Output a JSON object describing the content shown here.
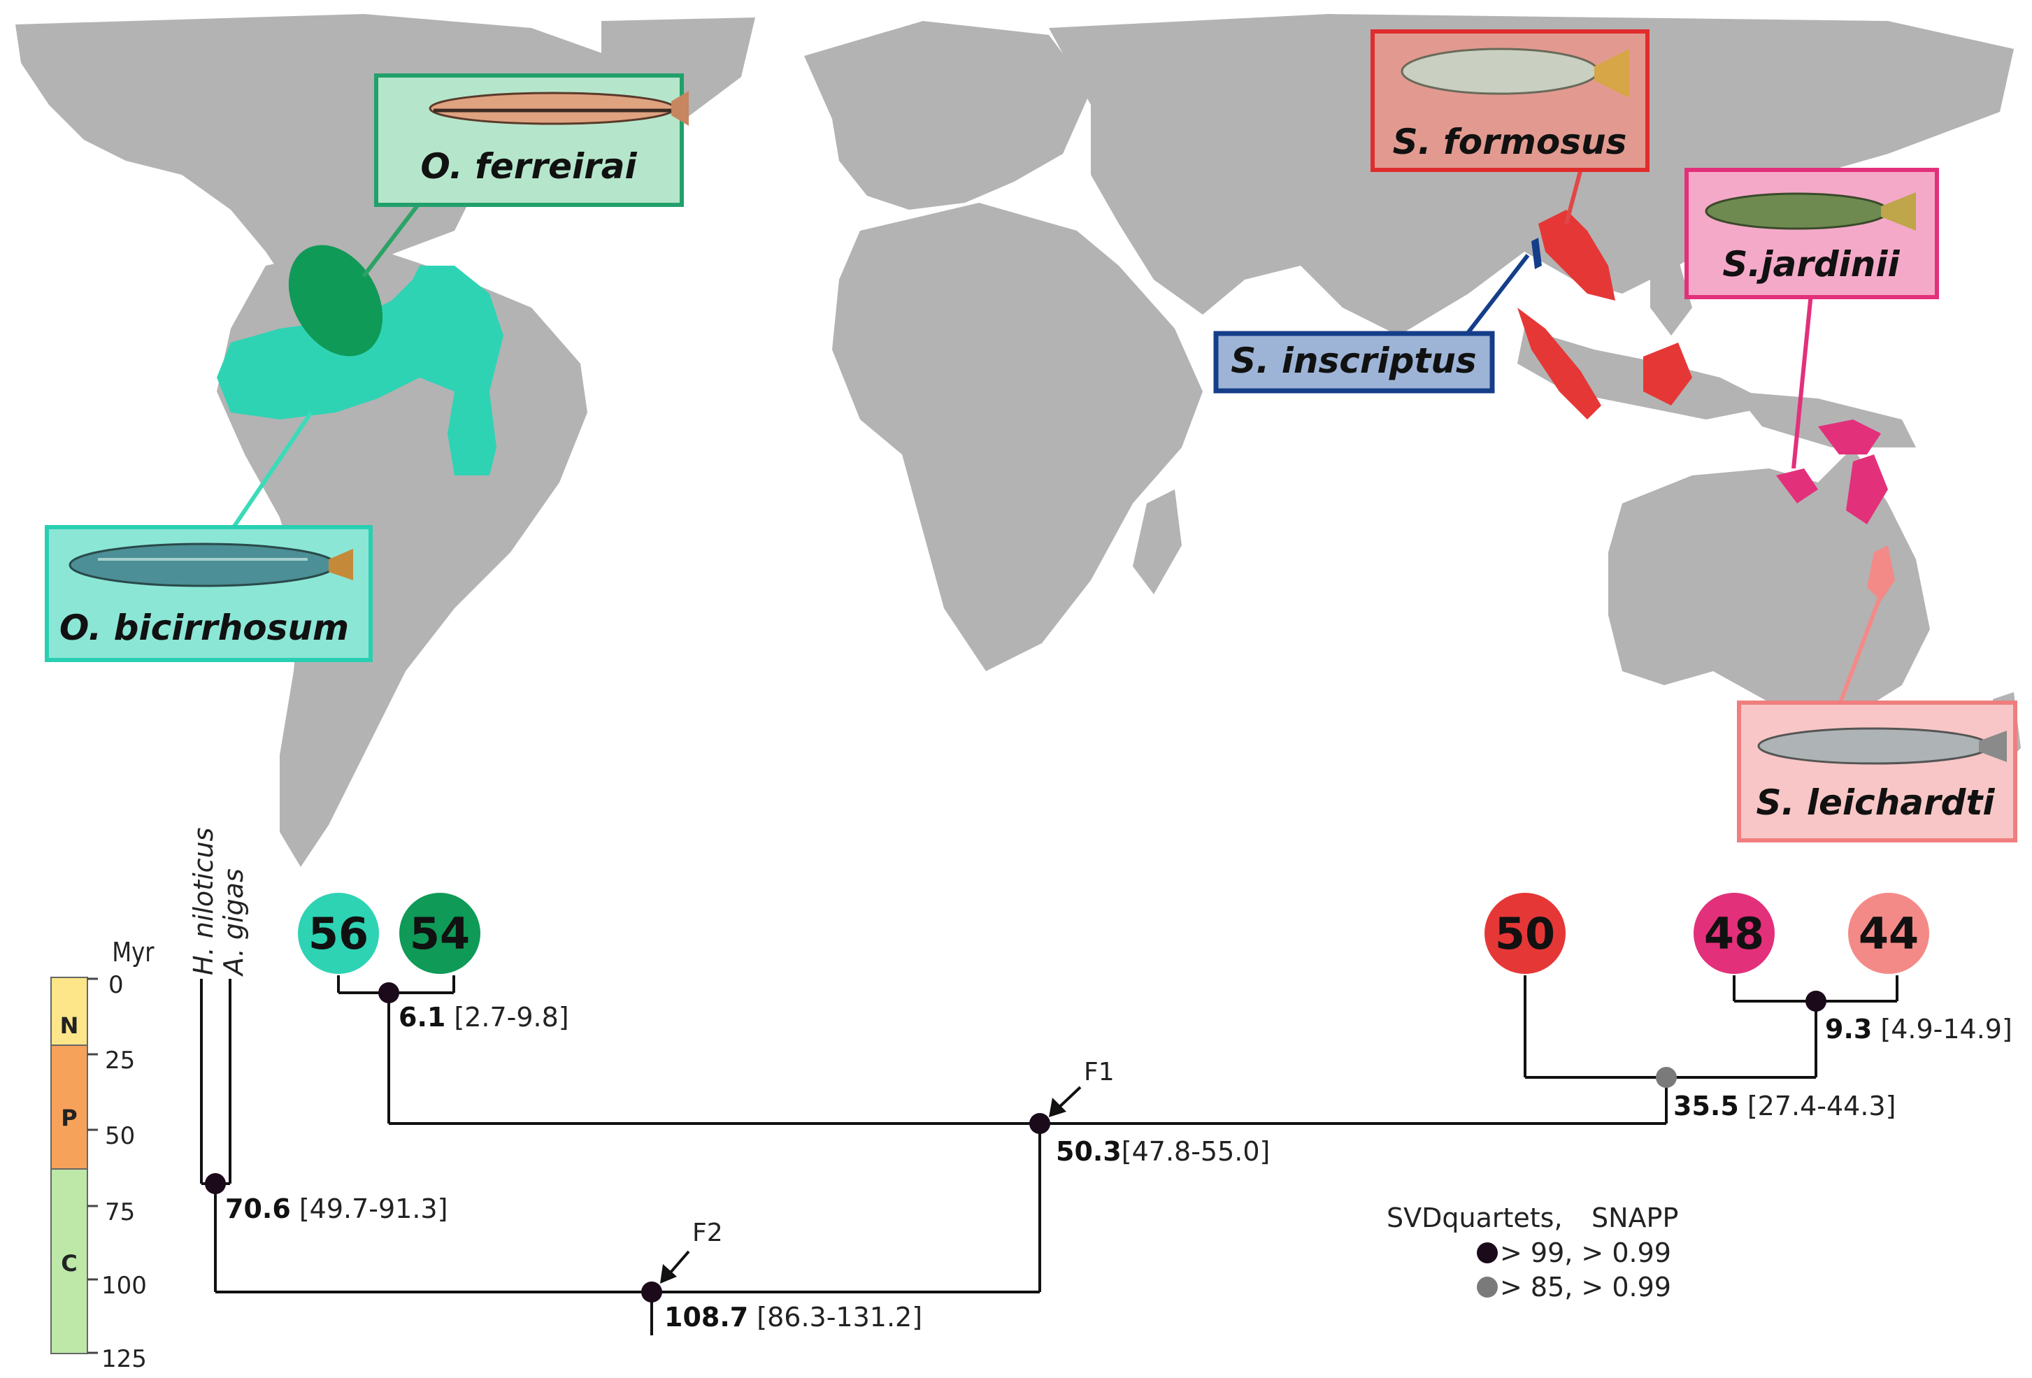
{
  "species": {
    "ferreirai": "O. ferreirai",
    "bicirrhosum": "O. bicirrhosum",
    "formosus": "S. formosus",
    "inscriptus": "S. inscriptus",
    "jardinii": "S.jardinii",
    "leichardti": "S. leichardti"
  },
  "outgroups": {
    "niloticus": "H. niloticus",
    "gigas": "A. gigas"
  },
  "chromosome_numbers": {
    "bicirrhosum": "56",
    "ferreirai": "54",
    "formosus": "50",
    "jardinii": "48",
    "leichardti": "44"
  },
  "time_axis": {
    "unit": "Myr",
    "ticks": [
      "0",
      "25",
      "50",
      "75",
      "100",
      "125"
    ],
    "periods": [
      {
        "label": "N",
        "color": "#FDE68A"
      },
      {
        "label": "P",
        "color": "#F7A25A"
      },
      {
        "label": "C",
        "color": "#BDE8A8"
      }
    ]
  },
  "nodes": {
    "osteo": {
      "age": "6.1",
      "ci": " [2.7-9.8]"
    },
    "jardinii_leichardti": {
      "age": "9.3",
      "ci": " [4.9-14.9]"
    },
    "scleropages": {
      "age": "35.5",
      "ci": " [27.4-44.3]"
    },
    "f1": {
      "age": "50.3",
      "ci": "[47.8-55.0]",
      "label": "F1"
    },
    "outgroup": {
      "age": "70.6",
      "ci": " [49.7-91.3]"
    },
    "root": {
      "age": "108.7",
      "ci": " [86.3-131.2]",
      "label": "F2"
    }
  },
  "legend": {
    "method1": "SVDquartets,",
    "method2": "SNAPP",
    "row1": "> 99,  > 0.99",
    "row2": "> 85,  > 0.99"
  },
  "colors": {
    "ocean": "#ffffff",
    "land": "#B3B3B3",
    "bicirrhosum": "#2ED3B4",
    "ferreirai": "#0F9A57",
    "formosus": "#E63737",
    "inscriptus": "#153E8A",
    "jardinii": "#E3307A",
    "leichardti": "#F48A88",
    "support_high": "#1a0a1a",
    "support_mid": "#7a7a7a"
  }
}
